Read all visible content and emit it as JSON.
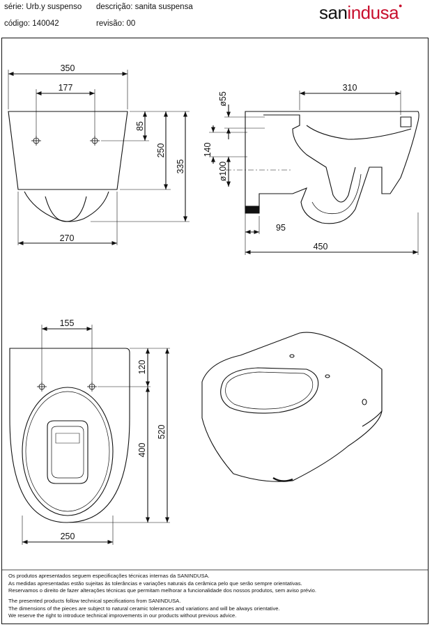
{
  "header": {
    "serie": "série: Urb.y suspenso",
    "descricao": "descrição: sanita suspensa",
    "codigo": "código: 140042",
    "revisao": "revisão: 00",
    "brand_part1": "san",
    "brand_part2": "indusa",
    "brand_color": "#c8102e"
  },
  "dimensions": {
    "front": {
      "width_total": "350",
      "holes": "177",
      "hole_height": "85",
      "height_250": "250",
      "height_335": "335",
      "bottom_width": "270"
    },
    "side": {
      "d55": "ø55",
      "w310": "310",
      "h140": "140",
      "d100": "ø100",
      "w95": "95",
      "w450": "450"
    },
    "top": {
      "holes": "155",
      "h120": "120",
      "h520": "520",
      "h400": "400",
      "w250": "250"
    }
  },
  "notes": {
    "pt1": "Os produtos apresentados seguem especificações técnicas internas da SANINDUSA.",
    "pt2": "As medidas apresentadas estão sujeitas às tolerâncias e variações naturais da cerâmica pelo que serão sempre orientativas.",
    "pt3": "Reservamos o direito de fazer alterações técnicas que permitam melhorar a funcionalidade dos nossos produtos, sem aviso prévio.",
    "en1": "The presented products follow technical specifications from SANINDUSA.",
    "en2": "The dimensions of the pieces are subject to natural ceramic tolerances and variations and will be always orientative.",
    "en3": "We reserve the right to introduce technical improvements in our products without previous advice."
  }
}
